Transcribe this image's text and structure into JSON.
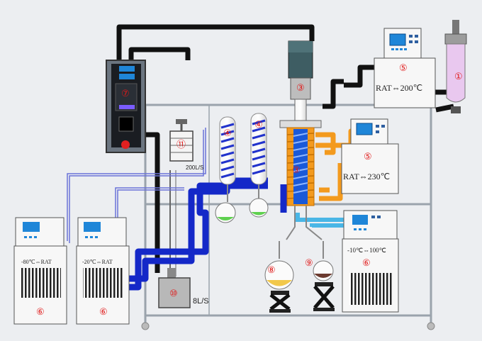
{
  "labels": {
    "heater_top": "RAT⇔200℃",
    "heater_mid": "RAT⇔230℃",
    "chiller_right": "-10℃⇔100℃",
    "chiller_left1": "-80℃⇔RAT",
    "chiller_left2": "-20℃⇔RAT",
    "pump_small": "200L/S",
    "pump_big": "8L/S"
  },
  "markers": {
    "feed_tank": "①",
    "motor": "③",
    "column": "③",
    "condenser1": "④",
    "condenser2": "④",
    "heater_top": "⑤",
    "heater_mid": "⑤",
    "chiller_left1": "⑥",
    "chiller_left2": "⑥",
    "chiller_right": "⑥",
    "controller": "⑦",
    "flask1": "⑧",
    "flask2": "⑨",
    "vacuum_pump": "⑩",
    "diff_pump": "⑪"
  },
  "colors": {
    "frame": "#9aa3ac",
    "hose_black": "#111111",
    "hose_blue": "#1428c8",
    "hose_orange": "#f39a1e",
    "hose_lightblue": "#49b6e6",
    "screen": "#1f86d8",
    "coil": "#2233cc"
  }
}
